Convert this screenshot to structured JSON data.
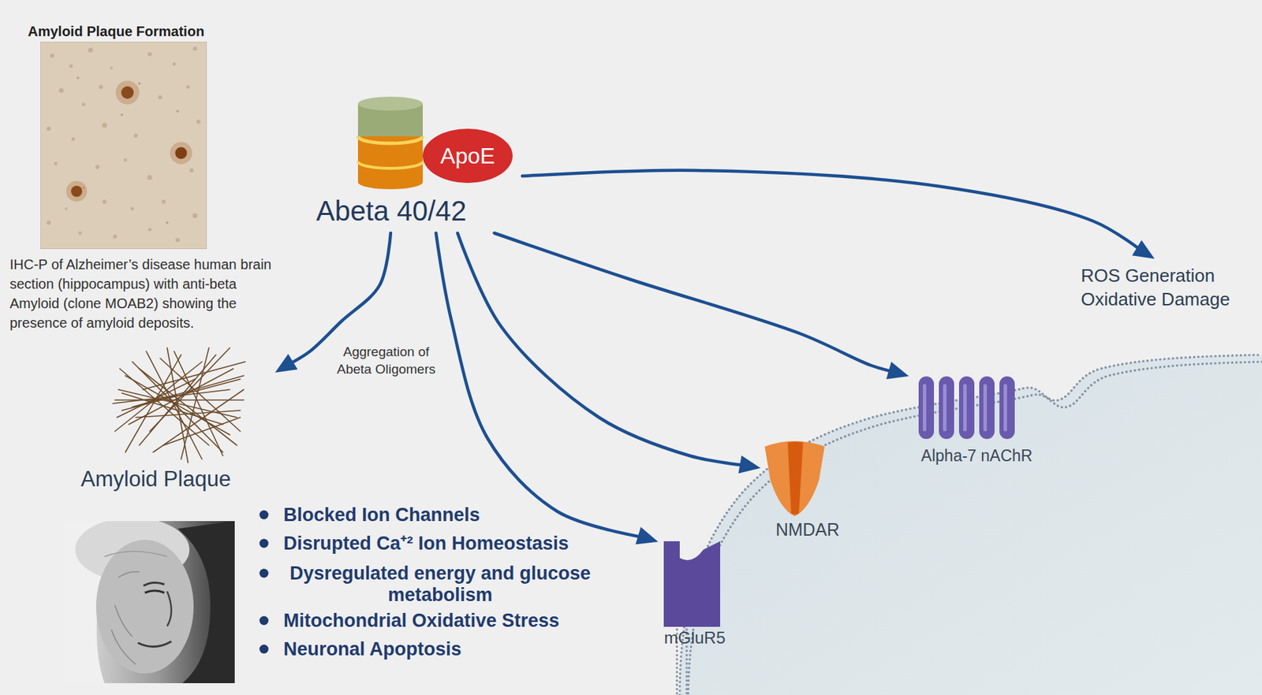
{
  "diagram": {
    "nodes": [
      {
        "text": [
          "Abeta 40/42"
        ]
      },
      {
        "text": [
          "ApoE"
        ],
        "in": 0
      },
      {
        "text": [
          "ROS Generation Oxidative Damage"
        ]
      },
      {
        "text": [
          "Amyloid Plaque"
        ]
      },
      {
        "text": [
          "Alpha-7 nAChR"
        ]
      },
      {
        "text": [
          "NMDAR"
        ]
      },
      {
        "text": [
          "mGluR5"
        ]
      }
    ],
    "edges": [
      {
        "from": 0,
        "to": 3,
        "arrow": "to",
        "label": "Aggregation of Abeta Oligomers"
      },
      {
        "from": 0,
        "to": 6,
        "arrow": "to"
      },
      {
        "from": 0,
        "to": 5,
        "arrow": "to"
      },
      {
        "from": 0,
        "to": 4,
        "arrow": "to"
      },
      {
        "from": 0,
        "to": 2,
        "arrow": "to"
      }
    ],
    "labels": [
      "Amyloid Plaque Formation",
      "IHC-P of Alzheimer’s disease human brain section (hippocampus) with anti-beta Amyloid (clone MOAB2) showing the presence of amyloid deposits.",
      "Blocked Ion Channels",
      "Disrupted Ca⁺² Ion Homeostasis",
      "Dysregulated energy and glucose metabolism",
      "Mitochondrial Oxidative Stress",
      "Neuronal Apoptosis"
    ]
  }
}
